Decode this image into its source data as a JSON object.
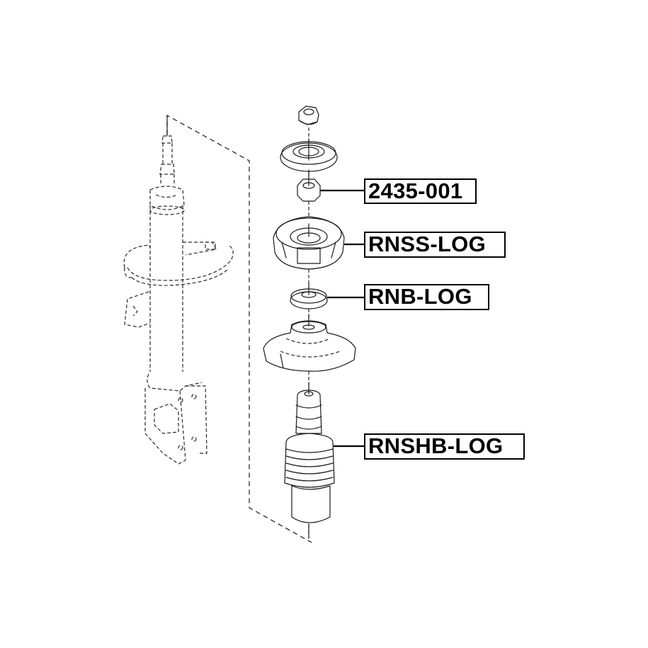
{
  "diagram": {
    "type": "exploded-parts-view",
    "subject": "front strut assembly with top mount components",
    "colors": {
      "line": "#1a1a1a",
      "label_border": "#000000",
      "label_text": "#000000",
      "background": "#ffffff"
    }
  },
  "parts": [
    {
      "id": "nut-top",
      "description": "flange nut"
    },
    {
      "id": "washer",
      "description": "large washer"
    },
    {
      "id": "nut-2435",
      "description": "lock nut",
      "label": "2435-001"
    },
    {
      "id": "mount",
      "description": "strut top mount",
      "label": "RNSS-LOG"
    },
    {
      "id": "bearing",
      "description": "strut bearing",
      "label": "RNB-LOG"
    },
    {
      "id": "spring-seat",
      "description": "upper spring seat"
    },
    {
      "id": "boot",
      "description": "bump stop and dust boot",
      "label": "RNSHB-LOG"
    }
  ],
  "labels": {
    "nut": "2435-001",
    "mount": "RNSS-LOG",
    "bearing": "RNB-LOG",
    "boot": "RNSHB-LOG"
  }
}
